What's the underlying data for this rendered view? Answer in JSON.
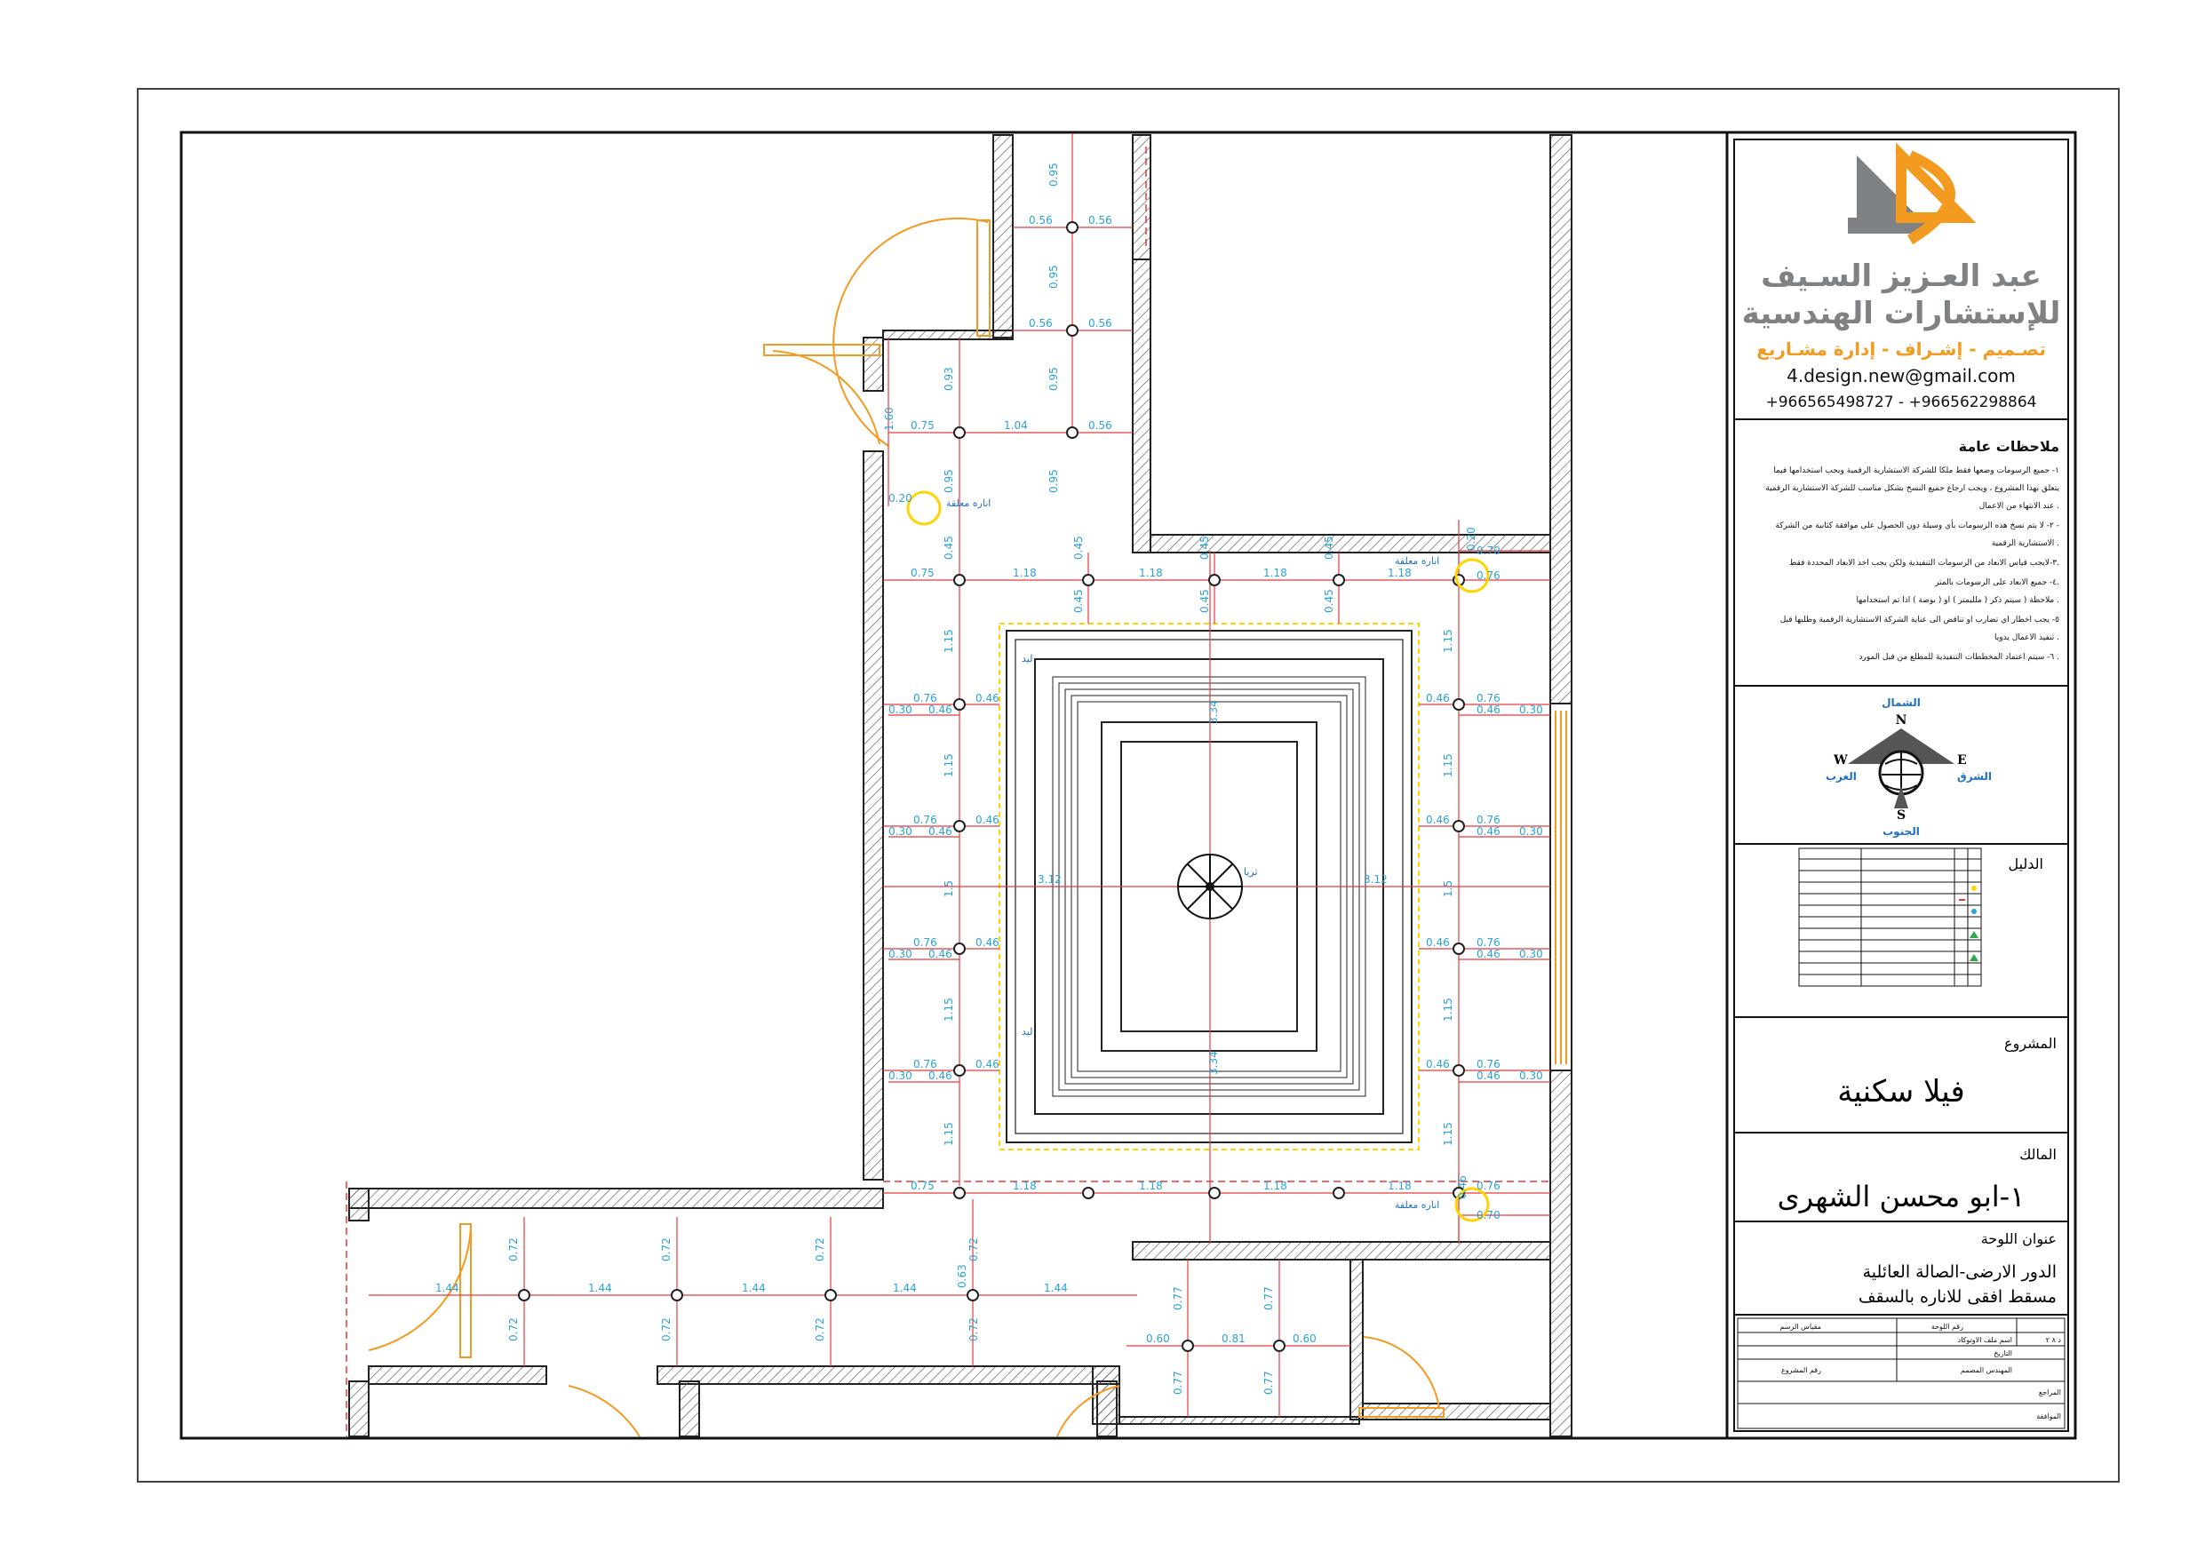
{
  "company": {
    "name_line1": "عبد العـزيز السـيف",
    "name_line2": "للإستشارات الهندسية",
    "tagline": "تصـميم - إشـراف - إدارة مشـاريع",
    "email": "4.design.new@gmail.com",
    "phones": "+966565498727 - +966562298864"
  },
  "notes": {
    "title": "ملاحظات عامة",
    "lines": [
      "١- جميع الرسومات وضعها فقط ملكا للشركة الاستشارية الرقمية ويجب استخدامها فيما",
      "يتعلق بهذا المشروع ، ويجب ارجاع جميع النسخ بشكل مناسب للشركة الاستشارية الرقمية",
      "عند الانتهاء من الاعمال .",
      "٢- لا يتم نسخ هذه الرسومات بأي وسيلة دون الحصول على موافقة كتابية من الشركة -",
      "الاستشارية الرقمية .",
      "٣-لايجب قياس الابعاد من الرسومات التنفيذية ولكن يجب اخذ الابعاد المحددة فقط.",
      "٤- جميع الابعاد على الرسومات بالمتر.",
      "ملاحظة ( سيتم ذكر ( ملليمتر ) او ( بوصة ) اذا تم استخدامها .",
      "٥- يجب اخطار اي تضارب او تناقض الى عناية الشركة الاستشارية الرقمية وطلبها قبل",
      "تنفيذ الاعمال يدويا .",
      "٦- سيتم اعتماد المخططات التنفيذية للمطلع من قبل المورد ."
    ]
  },
  "compass": {
    "n": "N",
    "s": "S",
    "e": "E",
    "w": "W",
    "n_ar": "الشمال",
    "s_ar": "الجنوب",
    "e_ar": "الشرق",
    "w_ar": "الغرب"
  },
  "legend_label": "الدليل",
  "project": {
    "label": "المشروع",
    "value": "فيلا سكنية"
  },
  "owner": {
    "label": "المالك",
    "value": "١-ابو محسن الشهرى"
  },
  "sheet_title": {
    "label": "عنوان اللوحة",
    "line1": "الدور الارضى-الصالة العائلية",
    "line2": "مسقط افقى للاناره بالسقف"
  },
  "info_table": {
    "drawing_no": "رقم اللوحة",
    "scale": "مقياس الرسم",
    "floor": "د ٨ ٢",
    "file": "اسم ملف الاوتوكاد",
    "date": "التاريخ",
    "engineer": "المهندس المصمم",
    "project_no": "رقم المشروع",
    "review": "المراجع",
    "approval": "الموافقة"
  },
  "plan_labels": {
    "pendant": "اناره معلقة",
    "chandelier": "ثريا",
    "led": "ليد"
  },
  "dimensions": {
    "d095": "0.95",
    "d056": "0.56",
    "d093": "0.93",
    "d160": "1.60",
    "d075": "0.75",
    "d104": "1.04",
    "d020": "0.20",
    "d045": "0.45",
    "d118": "1.18",
    "d070": "0.70",
    "d076": "0.76",
    "d115": "1.15",
    "d046": "0.46",
    "d030": "0.30",
    "d334": "3.34",
    "d312": "3.12",
    "d15": "1.5",
    "d072": "0.72",
    "d144": "1.44",
    "d063": "0.63",
    "d077": "0.77",
    "d060": "0.60",
    "d081": "0.81"
  },
  "colors": {
    "border": "#222222",
    "wall": "#333333",
    "dimension": "#e8393d",
    "dim_text": "#29a3d6",
    "door": "#f39a21",
    "highlight": "#ffd400",
    "logo_orange": "#f39a21",
    "logo_gray": "#7f8285"
  }
}
